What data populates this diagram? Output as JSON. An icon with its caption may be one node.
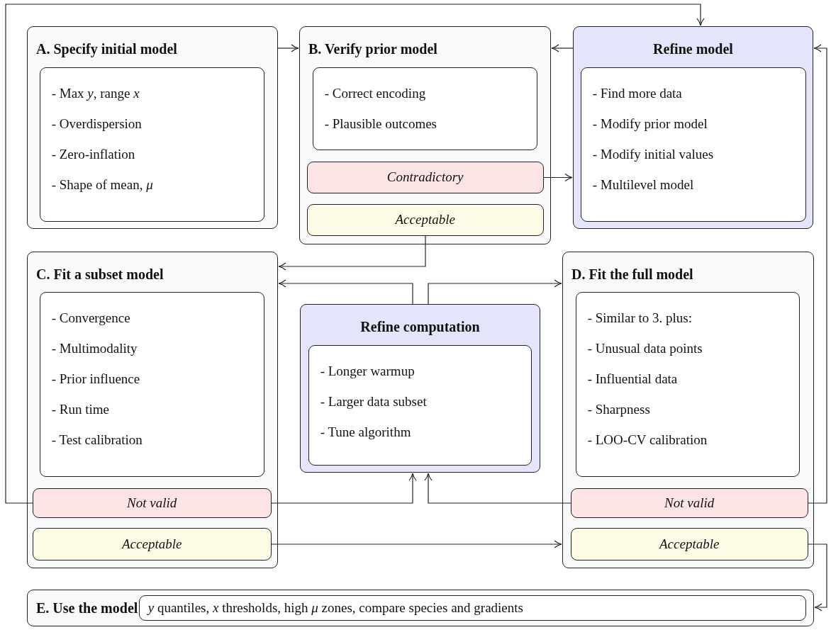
{
  "diagram": {
    "nodes": [
      {
        "text": [
          "A. Specify initial model"
        ]
      },
      {
        "text": [
          "- Max *y*, range *x*",
          "- Overdispersion",
          "- Zero-inflation",
          "- Shape of mean, *μ*"
        ],
        "in": 0
      },
      {
        "text": [
          "B. Verify prior model"
        ]
      },
      {
        "text": [
          "- Correct encoding",
          "- Plausible outcomes"
        ],
        "in": 2
      },
      {
        "text": [
          "Contradictory"
        ],
        "in": 2
      },
      {
        "text": [
          "Acceptable"
        ],
        "in": 2
      },
      {
        "text": [
          "Refine model"
        ]
      },
      {
        "text": [
          "- Find more data",
          "- Modify prior model",
          "- Modify initial values",
          "- Multilevel model"
        ],
        "in": 6
      },
      {
        "text": [
          "C. Fit a subset model"
        ]
      },
      {
        "text": [
          "- Convergence",
          "- Multimodality",
          "- Prior influence",
          "- Run time",
          "- Test calibration"
        ],
        "in": 8
      },
      {
        "text": [
          "Not valid"
        ],
        "in": 8
      },
      {
        "text": [
          "Acceptable"
        ],
        "in": 8
      },
      {
        "text": [
          "Refine computation"
        ]
      },
      {
        "text": [
          "- Longer warmup",
          "- Larger data subset",
          "- Tune algorithm"
        ],
        "in": 12
      },
      {
        "text": [
          "D. Fit the full model"
        ]
      },
      {
        "text": [
          "- Similar to 3. plus:",
          "- Unusual data points",
          "- Influential data",
          "- Sharpness",
          "- LOO-CV calibration"
        ],
        "in": 14
      },
      {
        "text": [
          "Not valid"
        ],
        "in": 14
      },
      {
        "text": [
          "Acceptable"
        ],
        "in": 14
      },
      {
        "text": [
          "E. Use the model"
        ]
      },
      {
        "text": [
          "*y* quantiles, *x* thresholds, high *μ* zones, compare species and gradients"
        ],
        "in": 18
      }
    ],
    "edges": [
      {
        "from": 0,
        "to": 2,
        "arrow": "to"
      },
      {
        "from": 6,
        "to": 2,
        "arrow": "to"
      },
      {
        "from": 4,
        "to": 6,
        "arrow": "to"
      },
      {
        "from": 10,
        "to": 6,
        "arrow": "to"
      },
      {
        "from": 16,
        "to": 6,
        "arrow": "to"
      },
      {
        "from": 5,
        "to": 8,
        "arrow": "to"
      },
      {
        "from": 12,
        "to": 8,
        "arrow": "to"
      },
      {
        "from": 12,
        "to": 14,
        "arrow": "to"
      },
      {
        "from": 10,
        "to": 12,
        "arrow": "to"
      },
      {
        "from": 16,
        "to": 12,
        "arrow": "to"
      },
      {
        "from": 11,
        "to": 14,
        "arrow": "to"
      },
      {
        "from": 17,
        "to": 18,
        "arrow": "to"
      }
    ]
  }
}
